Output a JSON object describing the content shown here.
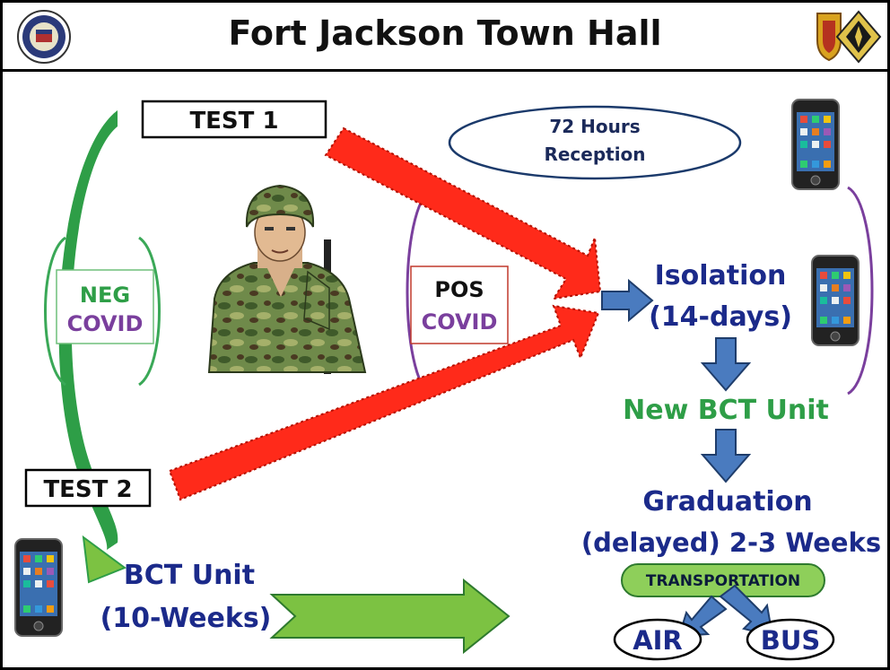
{
  "header": {
    "title": "Fort Jackson Town Hall"
  },
  "labels": {
    "test1": "TEST 1",
    "test2": "TEST 2",
    "reception_line1": "72 Hours",
    "reception_line2": "Reception",
    "neg_line1": "NEG",
    "neg_line2": "COVID",
    "pos_line1": "POS",
    "pos_line2": "COVID",
    "isolation_line1": "Isolation",
    "isolation_line2": "(14-days)",
    "new_bct": "New BCT Unit",
    "graduation_line1": "Graduation",
    "graduation_line2": "(delayed) 2-3 Weeks",
    "transportation": "TRANSPORTATION",
    "air": "AIR",
    "bus": "BUS",
    "bct_line1": "BCT Unit",
    "bct_line2": "(10-Weeks)"
  },
  "colors": {
    "red_arrow": "#ff2a1a",
    "green_arrow": "#7cc242",
    "dark_green": "#2e9e47",
    "blue_arrow": "#4a7bbf",
    "navy_text": "#1b2a8a",
    "purple": "#7a3f9d",
    "green_pill": "#8ecf5a"
  },
  "icons": [
    "army-seal-icon",
    "unit-crest-icon",
    "soldier-icon",
    "smartphone-icon"
  ]
}
